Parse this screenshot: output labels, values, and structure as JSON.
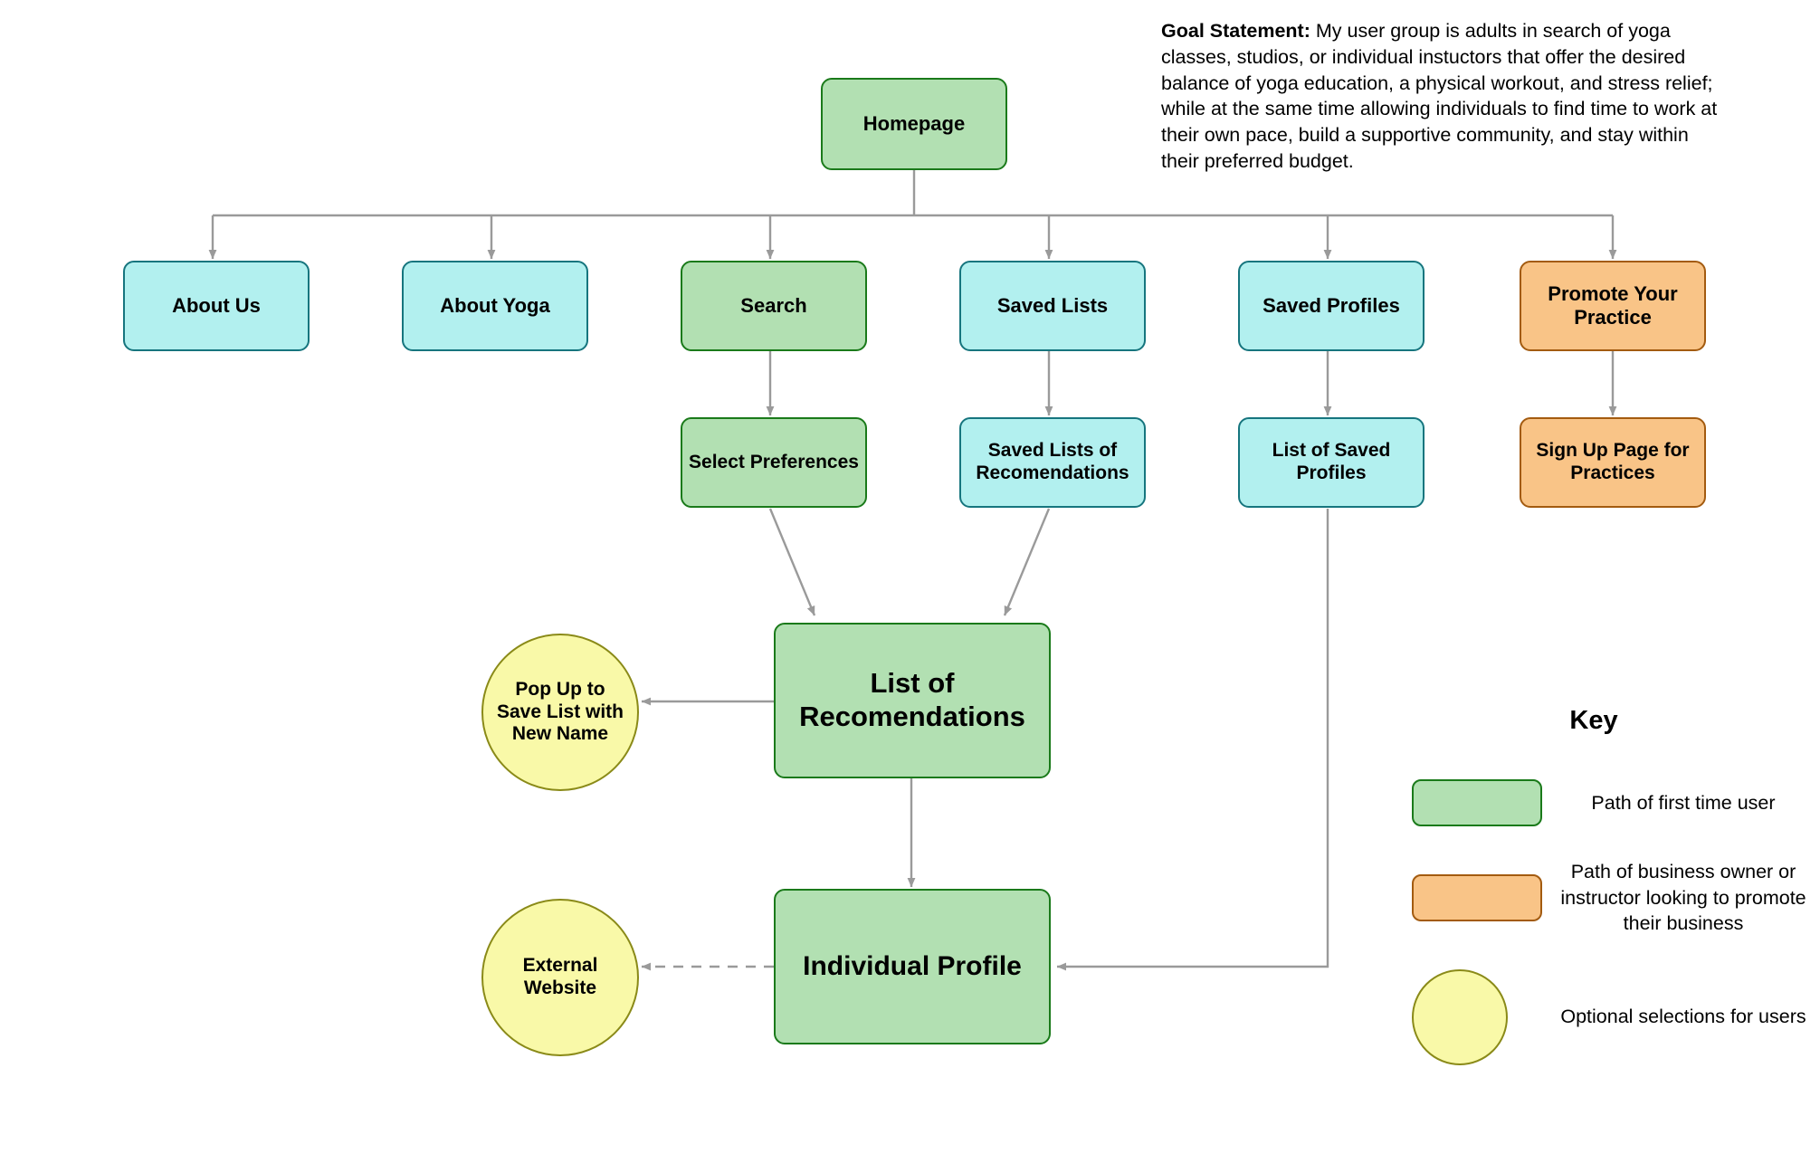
{
  "goal": {
    "label": "Goal Statement:",
    "text": " My user group is adults in search of yoga classes, studios, or individual instuctors that offer the desired balance of yoga education, a physical workout, and stress relief; while at the same time allowing individuals to find time to work at their own pace, build a supportive community, and stay within their preferred budget."
  },
  "nodes": {
    "homepage": "Homepage",
    "about_us": "About Us",
    "about_yoga": "About Yoga",
    "search": "Search",
    "saved_lists": "Saved Lists",
    "saved_profiles": "Saved Profiles",
    "promote_your_practice": "Promote Your Practice",
    "select_preferences": "Select Preferences",
    "saved_lists_of_recomendations": "Saved Lists of Recomendations",
    "list_of_saved_profiles": "List of Saved Profiles",
    "sign_up_page_for_practices": "Sign Up Page for Practices",
    "pop_up_save_list": "Pop Up to Save List with New Name",
    "list_of_recomendations": "List of Recomendations",
    "external_website": "External Website",
    "individual_profile": "Individual Profile"
  },
  "key": {
    "title": "Key",
    "items": [
      {
        "shape": "rect",
        "swatch": "green",
        "label": "Path of first time user"
      },
      {
        "shape": "rect",
        "swatch": "orange",
        "label": "Path of business owner or instructor looking to promote their business"
      },
      {
        "shape": "circle",
        "swatch": "yellow",
        "label": "Optional selections for users"
      }
    ]
  },
  "colors": {
    "green_fill": "#b2e0b2",
    "green_stroke": "#1a7a1a",
    "cyan_fill": "#b2f0ef",
    "cyan_stroke": "#16757e",
    "orange_fill": "#f9c487",
    "orange_stroke": "#a35b10",
    "yellow_fill": "#f9f9a8",
    "yellow_stroke": "#8a8a18",
    "connector": "#9a9a9a",
    "background": "#ffffff"
  }
}
